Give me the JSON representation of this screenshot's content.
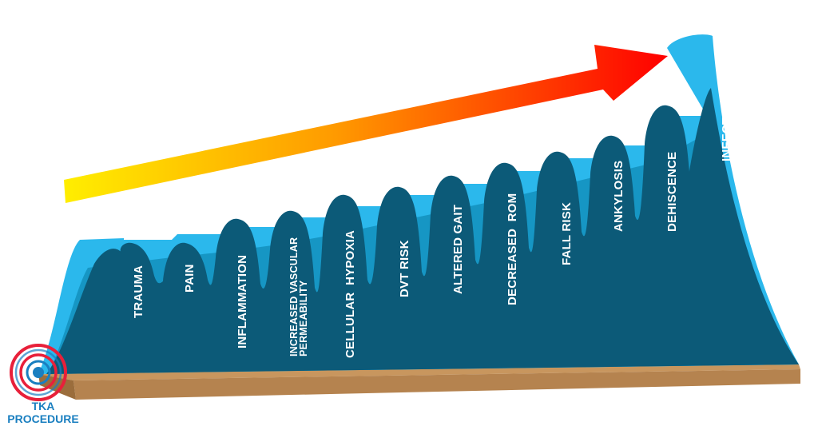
{
  "stages": [
    "TRAUMA",
    "PAIN",
    "INFLAMMATION",
    "INCREASED VASCULAR",
    "PERMEABILITY",
    "CELLULAR  HYPOXIA",
    "DVT RISK",
    "ALTERED GAIT",
    "DECREASED  ROM",
    "FALL RISK",
    "ANKYLOSIS",
    "DEHISCENCE",
    "INFECTION"
  ],
  "origin": {
    "line1": "TKA",
    "line2": "PROCEDURE"
  },
  "colors": {
    "light_blue": "#2bb8ec",
    "dark_teal": "#0c5a78",
    "ground": "#b5834f",
    "arrow_start": "#ffee00",
    "arrow_end": "#ff0000",
    "target_red": "#e8203a",
    "target_blue": "#1a7fc0"
  }
}
